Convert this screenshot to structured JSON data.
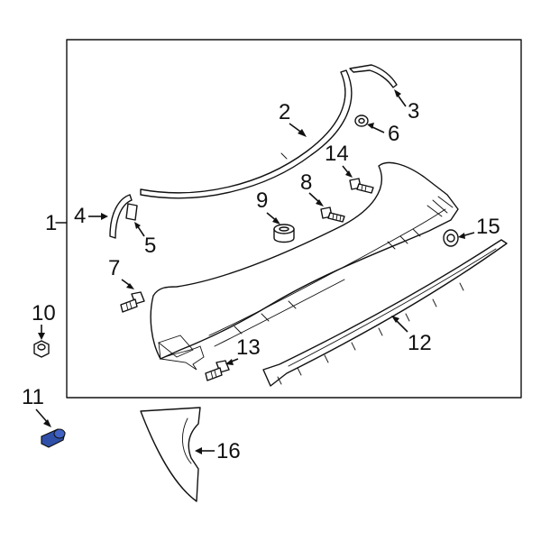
{
  "callouts": {
    "c1": "1",
    "c2": "2",
    "c3": "3",
    "c4": "4",
    "c5": "5",
    "c6": "6",
    "c7": "7",
    "c8": "8",
    "c9": "9",
    "c10": "10",
    "c11": "11",
    "c12": "12",
    "c13": "13",
    "c14": "14",
    "c15": "15",
    "c16": "16"
  },
  "colors": {
    "line": "#111111",
    "background": "#ffffff",
    "highlight_part": "#2f4fa8"
  }
}
